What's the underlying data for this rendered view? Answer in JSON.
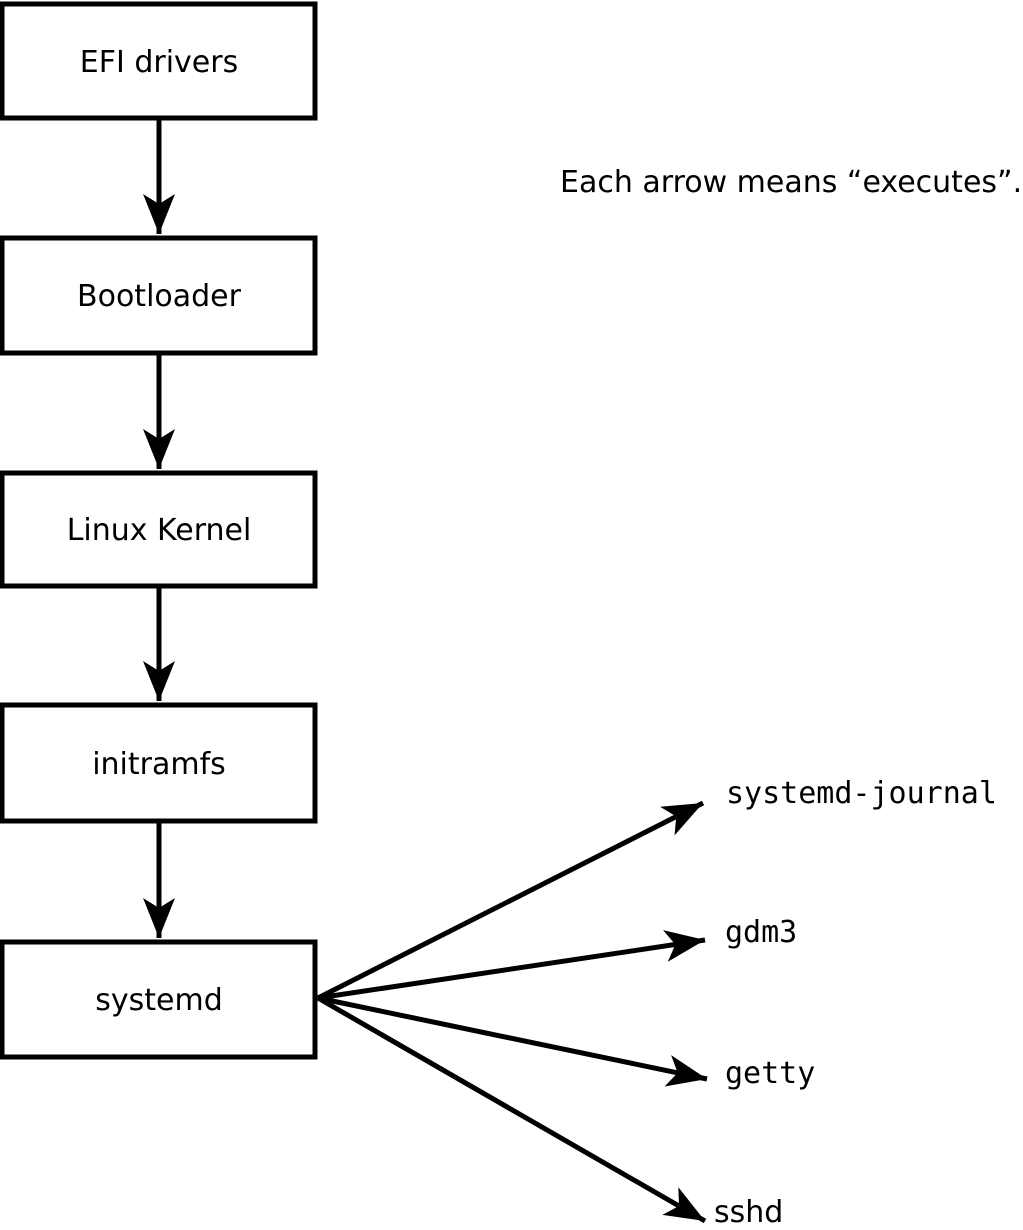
{
  "note": "Each arrow means “executes”.",
  "chain": [
    {
      "label": "EFI drivers"
    },
    {
      "label": "Bootloader"
    },
    {
      "label": "Linux Kernel"
    },
    {
      "label": "initramfs"
    },
    {
      "label": "systemd"
    }
  ],
  "spawned": [
    {
      "label": "systemd-journal"
    },
    {
      "label": "gdm3"
    },
    {
      "label": "getty"
    },
    {
      "label": "sshd"
    }
  ],
  "colors": {
    "stroke": "#000000",
    "fill": "#ffffff"
  }
}
